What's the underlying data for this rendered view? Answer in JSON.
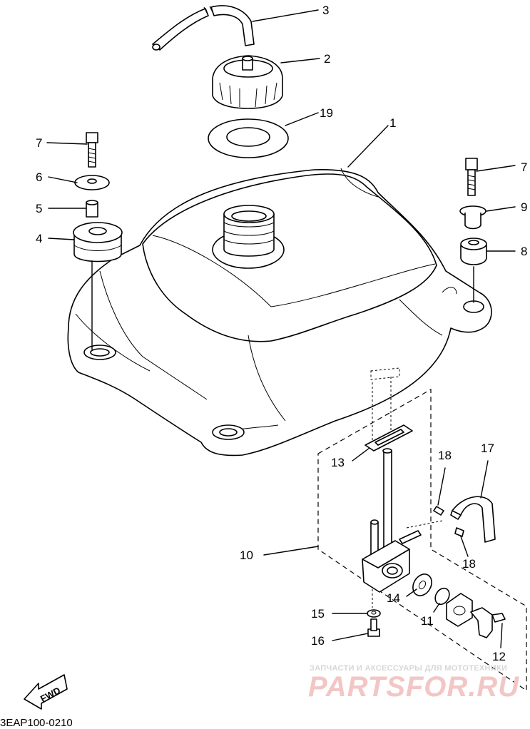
{
  "diagram_code": "3EAP100-0210",
  "watermark": {
    "subtitle": "ЗАПЧАСТИ И АКСЕССУАРЫ ДЛЯ МОТОТЕХНИКИ",
    "brand": "PARTSFOR.RU"
  },
  "direction_label": "FWD",
  "callouts": {
    "c1": "1",
    "c2": "2",
    "c3": "3",
    "c4": "4",
    "c5": "5",
    "c6": "6",
    "c7_left": "7",
    "c7_right": "7",
    "c8": "8",
    "c9": "9",
    "c10": "10",
    "c11": "11",
    "c12": "12",
    "c13": "13",
    "c14": "14",
    "c15": "15",
    "c16": "16",
    "c17": "17",
    "c18_top": "18",
    "c18_bottom": "18",
    "c19": "19"
  }
}
